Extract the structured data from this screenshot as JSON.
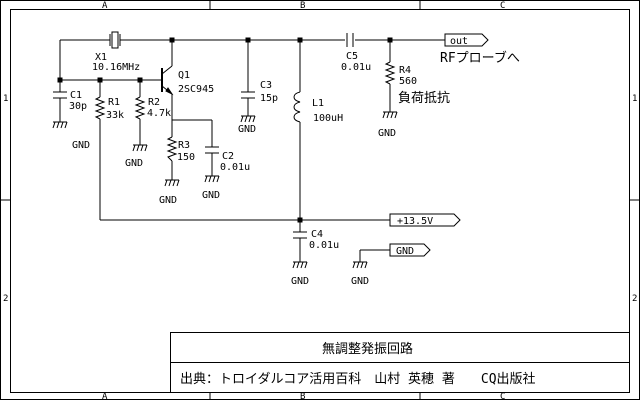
{
  "frame": {
    "zones_top": [
      "A",
      "B",
      "C"
    ],
    "zones_bottom": [
      "A",
      "B",
      "C"
    ],
    "zones_left": [
      "1",
      "2"
    ],
    "zones_right": [
      "1",
      "2"
    ]
  },
  "components": {
    "x1": {
      "ref": "X1",
      "value": "10.16MHz"
    },
    "q1": {
      "ref": "Q1",
      "value": "2SC945"
    },
    "c1": {
      "ref": "C1",
      "value": "30p"
    },
    "r1": {
      "ref": "R1",
      "value": "33k"
    },
    "r2": {
      "ref": "R2",
      "value": "4.7k"
    },
    "r3": {
      "ref": "R3",
      "value": "150"
    },
    "c2": {
      "ref": "C2",
      "value": "0.01u"
    },
    "c3": {
      "ref": "C3",
      "value": "15p"
    },
    "l1": {
      "ref": "L1",
      "value": "100uH"
    },
    "c5": {
      "ref": "C5",
      "value": "0.01u"
    },
    "r4": {
      "ref": "R4",
      "value": "560"
    },
    "c4": {
      "ref": "C4",
      "value": "0.01u"
    }
  },
  "ports": {
    "out": "out",
    "vcc": "+13.5V",
    "gnd": "GND"
  },
  "notes": {
    "rf_probe": "RFプローブへ",
    "load_resistor": "負荷抵抗"
  },
  "gnd_label": "GND",
  "title_block": {
    "title": "無調整発振回路",
    "source": "出典：トロイダルコア活用百科　山村 英穂 著　　CQ出版社"
  }
}
